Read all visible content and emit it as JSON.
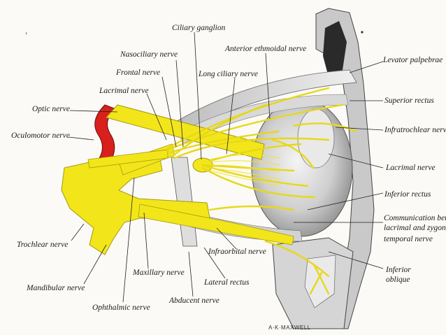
{
  "labels": {
    "ciliary_ganglion": "Ciliary ganglion",
    "nasociliary_nerve": "Nasociliary nerve",
    "anterior_ethmoidal_nerve": "Anterior ethmoidal nerve",
    "levator_palpebrae": "Levator palpebrae",
    "frontal_nerve": "Frontal nerve",
    "long_ciliary_nerve": "Long ciliary nerve",
    "lacrimal_nerve_left": "Lacrimal nerve",
    "superior_rectus": "Superior rectus",
    "optic_nerve": "Optic nerve",
    "infratrochlear_nerve": "Infratrochlear nerv",
    "oculomotor_nerve": "Oculomotor nerve",
    "lacrimal_nerve_right": "Lacrimal nerve",
    "inferior_rectus": "Inferior rectus",
    "communication_line1": "Communication bet",
    "communication_line2": "lacrimal and zygon",
    "communication_line3": "temporal nerve",
    "trochlear_nerve": "Trochlear nerve",
    "infraorbital_nerve": "Infraorbital nerve",
    "inferior_oblique_line1": "Inferior",
    "inferior_oblique_line2": "oblique",
    "maxillary_nerve": "Maxillary nerve",
    "lateral_rectus": "Lateral rectus",
    "mandibular_nerve": "Mandibular nerve",
    "abducent_nerve": "Abducent nerve",
    "ophthalmic_nerve": "Ophthalmic nerve"
  },
  "signature": "A·K·MAXWELL",
  "colors": {
    "nerve": "#f2e61a",
    "nerve_outline": "#a69a10",
    "artery": "#d8201c",
    "muscle": "#dcdcdc",
    "bone": "#c8c8c8",
    "background": "#fbfaf6"
  }
}
